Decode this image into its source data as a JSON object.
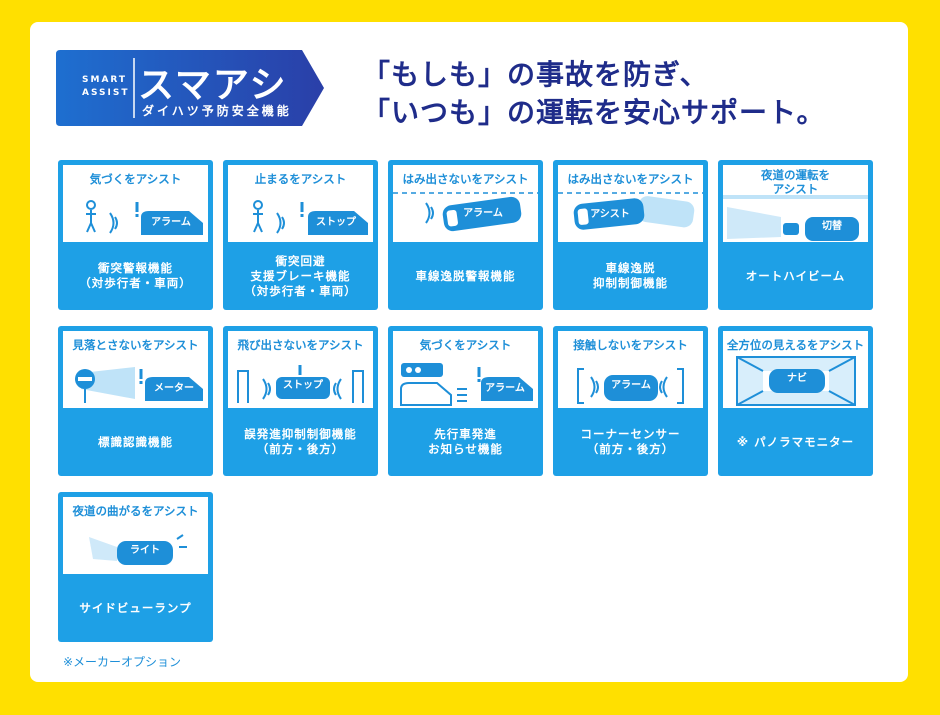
{
  "logo": {
    "sub_line1": "SMART",
    "sub_line2": "ASSIST",
    "main": "スマアシ",
    "caption": "ダイハツ予防安全機能"
  },
  "headline": {
    "line1": "「もしも」の事故を防ぎ、",
    "line2": "「いつも」の運転を安心サポート。"
  },
  "cards": [
    {
      "title": [
        "気づくをアシスト"
      ],
      "badge": "アラーム",
      "label": [
        "衝突警報機能",
        "（対歩行者・車両）"
      ],
      "icon": "pedestrian-car-alarm-icon"
    },
    {
      "title": [
        "止まるをアシスト"
      ],
      "badge": "ストップ",
      "label": [
        "衝突回避",
        "支援ブレーキ機能",
        "（対歩行者・車両）"
      ],
      "icon": "pedestrian-car-stop-icon"
    },
    {
      "title": [
        "はみ出さないをアシスト"
      ],
      "badge": "アラーム",
      "label": [
        "車線逸脱警報機能"
      ],
      "icon": "lane-departure-alarm-icon"
    },
    {
      "title": [
        "はみ出さないをアシスト"
      ],
      "badge": "アシスト",
      "label": [
        "車線逸脱",
        "抑制制御機能"
      ],
      "icon": "lane-keep-assist-icon"
    },
    {
      "title": [
        "夜道の運転を",
        "アシスト"
      ],
      "badge": "切替",
      "label": [
        "オートハイビーム"
      ],
      "icon": "high-beam-icon"
    },
    {
      "title": [
        "見落とさないをアシスト"
      ],
      "badge": "メーター",
      "label": [
        "標識認識機能"
      ],
      "icon": "sign-recognition-icon"
    },
    {
      "title": [
        "飛び出さないをアシスト"
      ],
      "badge": "ストップ",
      "label": [
        "誤発進抑制制御機能",
        "（前方・後方）"
      ],
      "icon": "misacceleration-stop-icon"
    },
    {
      "title": [
        "気づくをアシスト"
      ],
      "badge": "アラーム",
      "label": [
        "先行車発進",
        "お知らせ機能"
      ],
      "icon": "lead-car-departure-icon"
    },
    {
      "title": [
        "接触しないをアシスト"
      ],
      "badge": "アラーム",
      "label": [
        "コーナーセンサー",
        "（前方・後方）"
      ],
      "icon": "corner-sensor-icon"
    },
    {
      "title": [
        "全方位の見えるをアシスト"
      ],
      "badge": "ナビ",
      "label": [
        "※ パノラマモニター"
      ],
      "icon": "panorama-monitor-icon"
    },
    {
      "title": [
        "夜道の曲がるをアシスト"
      ],
      "badge": "ライト",
      "label": [
        "サイドビューランプ"
      ],
      "icon": "side-view-lamp-icon"
    }
  ],
  "footnote": "※メーカーオプション",
  "colors": {
    "background": "#ffe000",
    "card": "#1ea0e6",
    "headline": "#1f2c8a",
    "logo": "#1d4fb8"
  }
}
